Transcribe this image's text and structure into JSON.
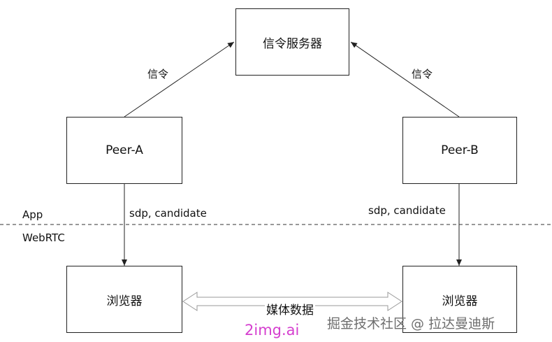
{
  "nodes": {
    "signal_server": "信令服务器",
    "peer_a": "Peer-A",
    "peer_b": "Peer-B",
    "browser_a": "浏览器",
    "browser_b": "浏览器"
  },
  "edge_labels": {
    "signal_left": "信令",
    "signal_right": "信令",
    "sdp_left": "sdp, candidate",
    "sdp_right": "sdp, candidate",
    "media": "媒体数据"
  },
  "layers": {
    "top": "App",
    "bottom": "WebRTC"
  },
  "watermarks": {
    "juejin": "掘金技术社区 @ 拉达曼迪斯",
    "img": "2img.ai"
  }
}
